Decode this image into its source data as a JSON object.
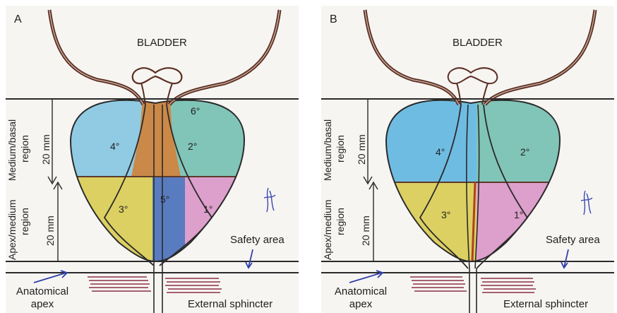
{
  "panels": [
    {
      "letter": "A",
      "bladder_label": "BLADDER",
      "zones": {
        "z1": "1°",
        "z2": "2°",
        "z3": "3°",
        "z4": "4°",
        "z5": "5°",
        "z6": "6°"
      },
      "measure_top": "20 mm",
      "measure_bottom": "20 mm",
      "region_top_line1": "Medium/basal",
      "region_top_line2": "region",
      "region_bottom_line1": "Apex/medium",
      "region_bottom_line2": "region",
      "safety_area": "Safety area",
      "anatomical_line1": "Anatomical",
      "anatomical_line2": "apex",
      "external_sphincter": "External sphincter"
    },
    {
      "letter": "B",
      "bladder_label": "BLADDER",
      "zones": {
        "z1": "1°",
        "z2": "2°",
        "z3": "3°",
        "z4": "4°"
      },
      "measure_top": "20 mm",
      "measure_bottom": "20 mm",
      "region_top_line1": "Medium/basal",
      "region_top_line2": "region",
      "region_bottom_line1": "Apex/medium",
      "region_bottom_line2": "region",
      "safety_area": "Safety area",
      "anatomical_line1": "Anatomical",
      "anatomical_line2": "apex",
      "external_sphincter": "External sphincter"
    }
  ],
  "colors": {
    "zone_blue": "#7ec3e0",
    "zone_teal": "#6cbcae",
    "zone_yellow": "#d8cc52",
    "zone_pink": "#d88fc4",
    "zone_orange": "#cf8540",
    "zone_urethra_blue": "#4a78c0",
    "outline": "#2a2a2a",
    "bladder_brown": "#5a2e22",
    "arrow_blue": "#2f3fa8"
  }
}
